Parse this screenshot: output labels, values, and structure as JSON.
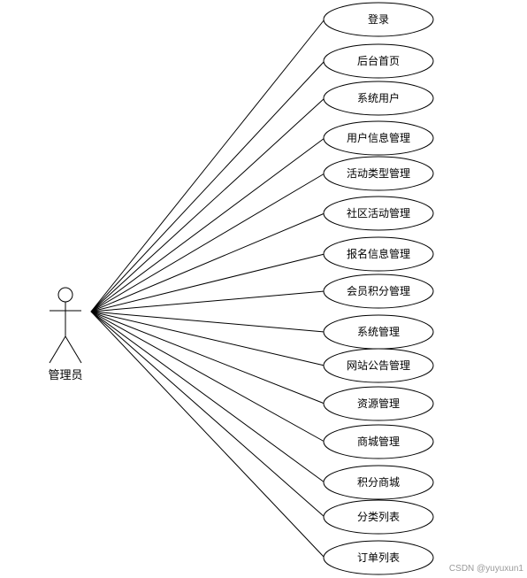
{
  "actor": {
    "name": "管理员"
  },
  "use_cases": [
    "登录",
    "后台首页",
    "系统用户",
    "用户信息管理",
    "活动类型管理",
    "社区活动管理",
    "报名信息管理",
    "会员积分管理",
    "系统管理",
    "网站公告管理",
    "资源管理",
    "商城管理",
    "积分商城",
    "分类列表",
    "订单列表"
  ],
  "watermark": "CSDN @yuyuxun1"
}
